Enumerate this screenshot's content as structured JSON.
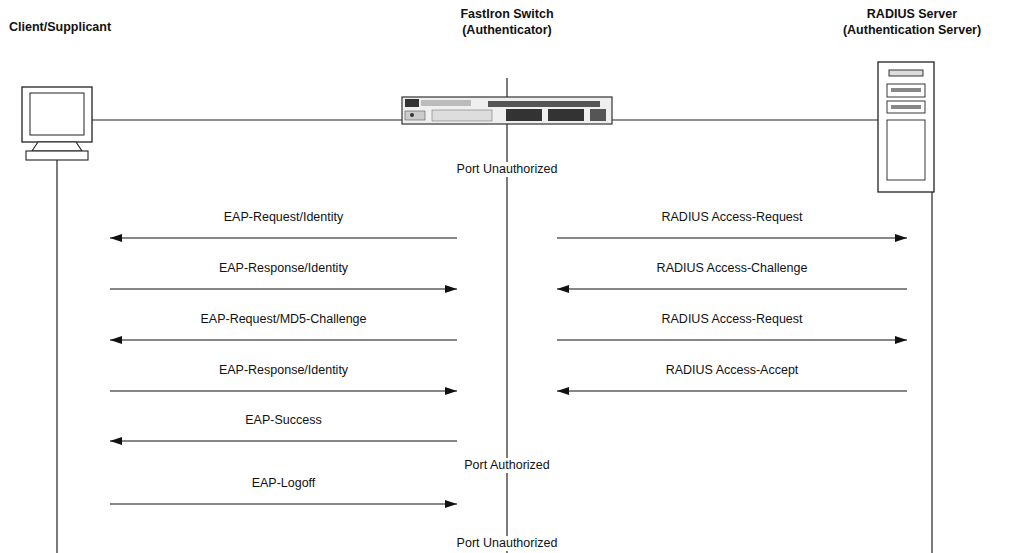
{
  "diagram": {
    "nodes": [
      {
        "text": [
          "Client/Supplicant"
        ]
      },
      {
        "text": [
          "FastIron Switch (Authenticator)"
        ]
      },
      {
        "text": [
          "RADIUS Server (Authentication Server)"
        ]
      }
    ],
    "edges": [
      {
        "from": 1,
        "to": 0,
        "label": "EAP-Request/Identity",
        "arrow": "to"
      },
      {
        "from": 1,
        "to": 2,
        "label": "RADIUS Access-Request",
        "arrow": "to"
      },
      {
        "from": 0,
        "to": 1,
        "label": "EAP-Response/Identity",
        "arrow": "to"
      },
      {
        "from": 2,
        "to": 1,
        "label": "RADIUS Access-Challenge",
        "arrow": "to"
      },
      {
        "from": 1,
        "to": 0,
        "label": "EAP-Request/MD5-Challenge",
        "arrow": "to"
      },
      {
        "from": 1,
        "to": 2,
        "label": "RADIUS Access-Request",
        "arrow": "to"
      },
      {
        "from": 0,
        "to": 1,
        "label": "EAP-Response/Identity",
        "arrow": "to"
      },
      {
        "from": 2,
        "to": 1,
        "label": "RADIUS Access-Accept",
        "arrow": "to"
      },
      {
        "from": 1,
        "to": 0,
        "label": "EAP-Success",
        "arrow": "to"
      },
      {
        "from": 0,
        "to": 1,
        "label": "EAP-Logoff",
        "arrow": "to"
      }
    ],
    "labels": [
      "Port Unauthorized",
      "Port Authorized",
      "Port Unauthorized"
    ]
  }
}
